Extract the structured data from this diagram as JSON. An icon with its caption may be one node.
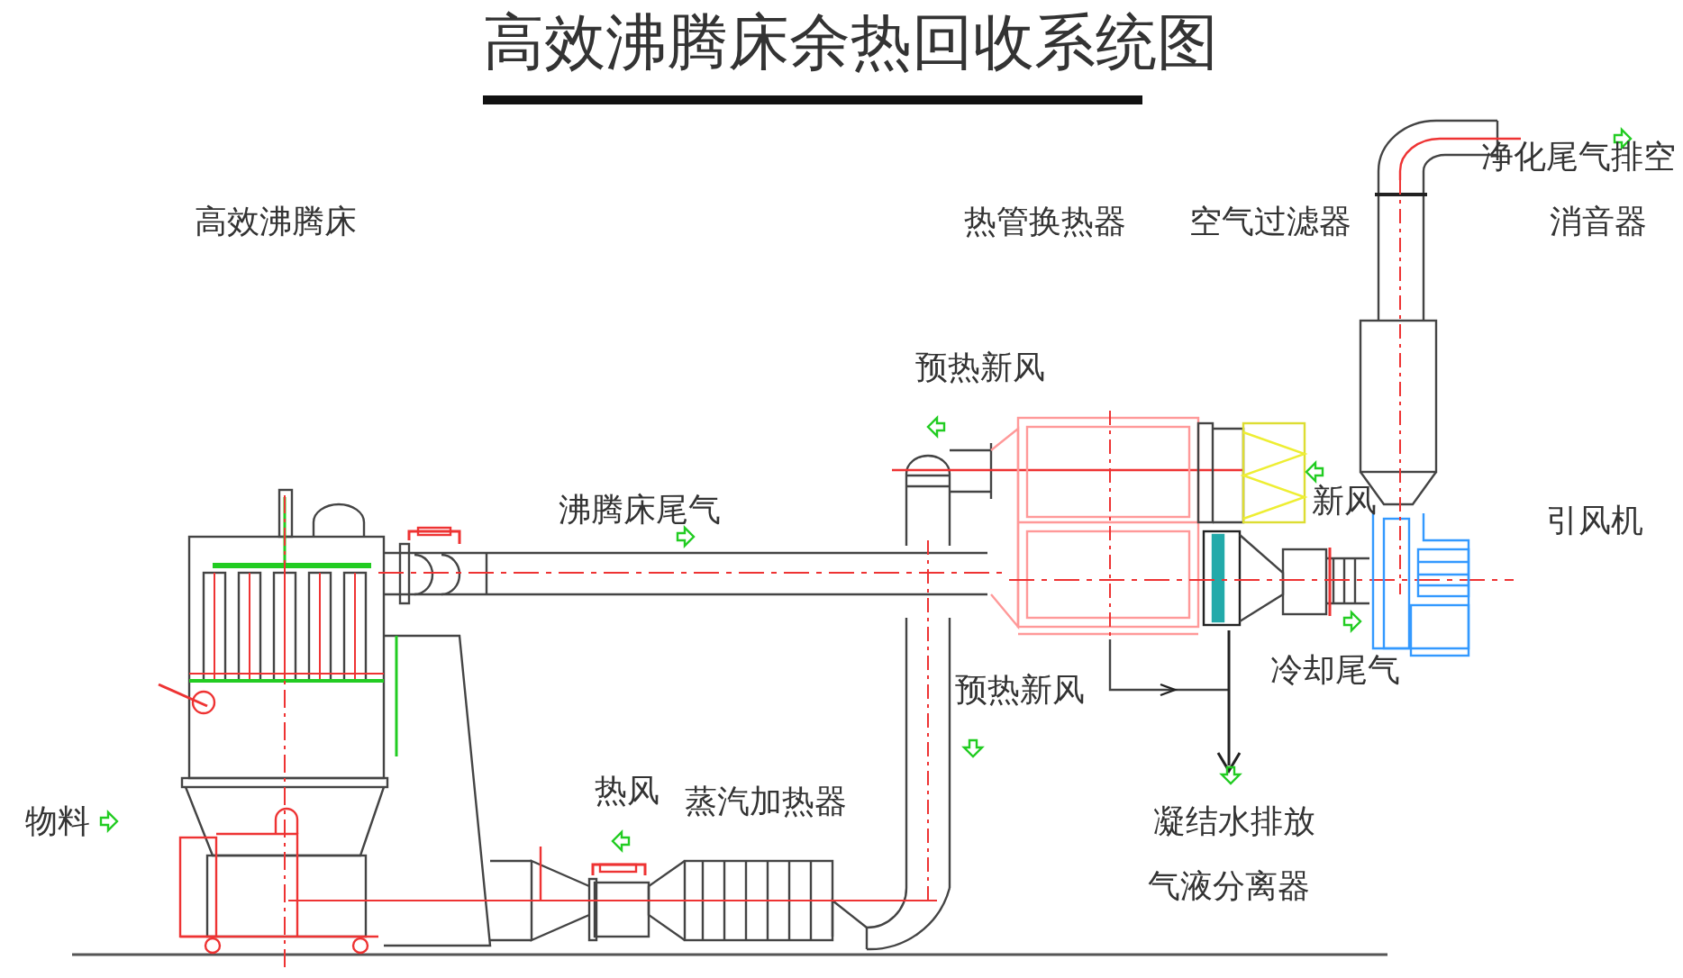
{
  "diagram": {
    "title": "高效沸腾床余热回收系统图",
    "labels": [
      "净化尾气排空",
      "高效沸腾床",
      "热管换热器",
      "空气过滤器",
      "消音器",
      "预热新风",
      "沸腾床尾气",
      "新风",
      "引风机",
      "冷却尾气",
      "预热新风",
      "热风",
      "蒸汽加热器",
      "物料",
      "凝结水排放",
      "气液分离器"
    ]
  }
}
